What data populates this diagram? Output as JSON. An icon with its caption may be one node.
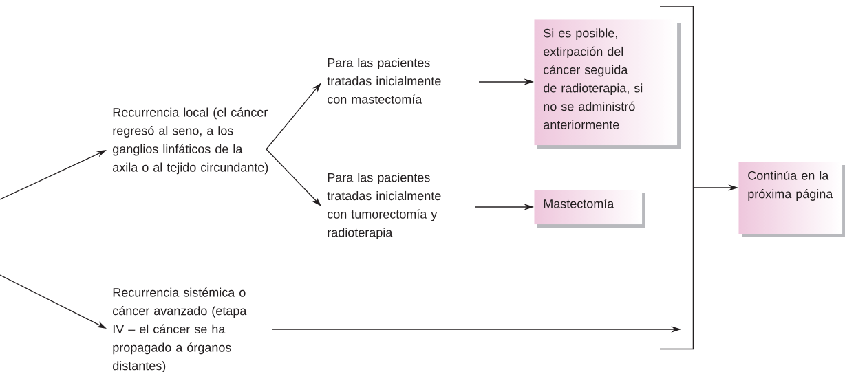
{
  "diagram": {
    "nodes": [
      {
        "text": [
          "Recurrencia local (el cáncer regresó al seno, a los ganglios linfáticos de la axila o al tejido circundante)"
        ]
      },
      {
        "text": [
          "Para las pacientes tratadas inicialmente con mastectomía"
        ]
      },
      {
        "text": [
          "Si es posible, extirpación del cáncer seguida de radioterapia, si no se administró anteriormente"
        ]
      },
      {
        "text": [
          "Para las pacientes tratadas inicialmente con tumorectomía y radioterapia"
        ]
      },
      {
        "text": [
          "Mastectomía"
        ]
      },
      {
        "text": [
          "Recurrencia sistémica o cáncer avanzado (etapa IV – el cáncer se ha propagado a órganos distantes)"
        ]
      },
      {
        "text": [],
        "shape": "bracket"
      },
      {
        "text": [
          "Continúa en la próxima página"
        ]
      }
    ],
    "edges": [
      {
        "from": null,
        "to": 0,
        "arrow": "to"
      },
      {
        "from": null,
        "to": 5,
        "arrow": "to"
      },
      {
        "from": 0,
        "to": 1,
        "arrow": "to"
      },
      {
        "from": 0,
        "to": 3,
        "arrow": "to"
      },
      {
        "from": 1,
        "to": 2,
        "arrow": "to"
      },
      {
        "from": 3,
        "to": 4,
        "arrow": "to"
      },
      {
        "from": 5,
        "to": 6,
        "arrow": "to"
      },
      {
        "from": 6,
        "to": 7,
        "arrow": "to"
      }
    ]
  }
}
